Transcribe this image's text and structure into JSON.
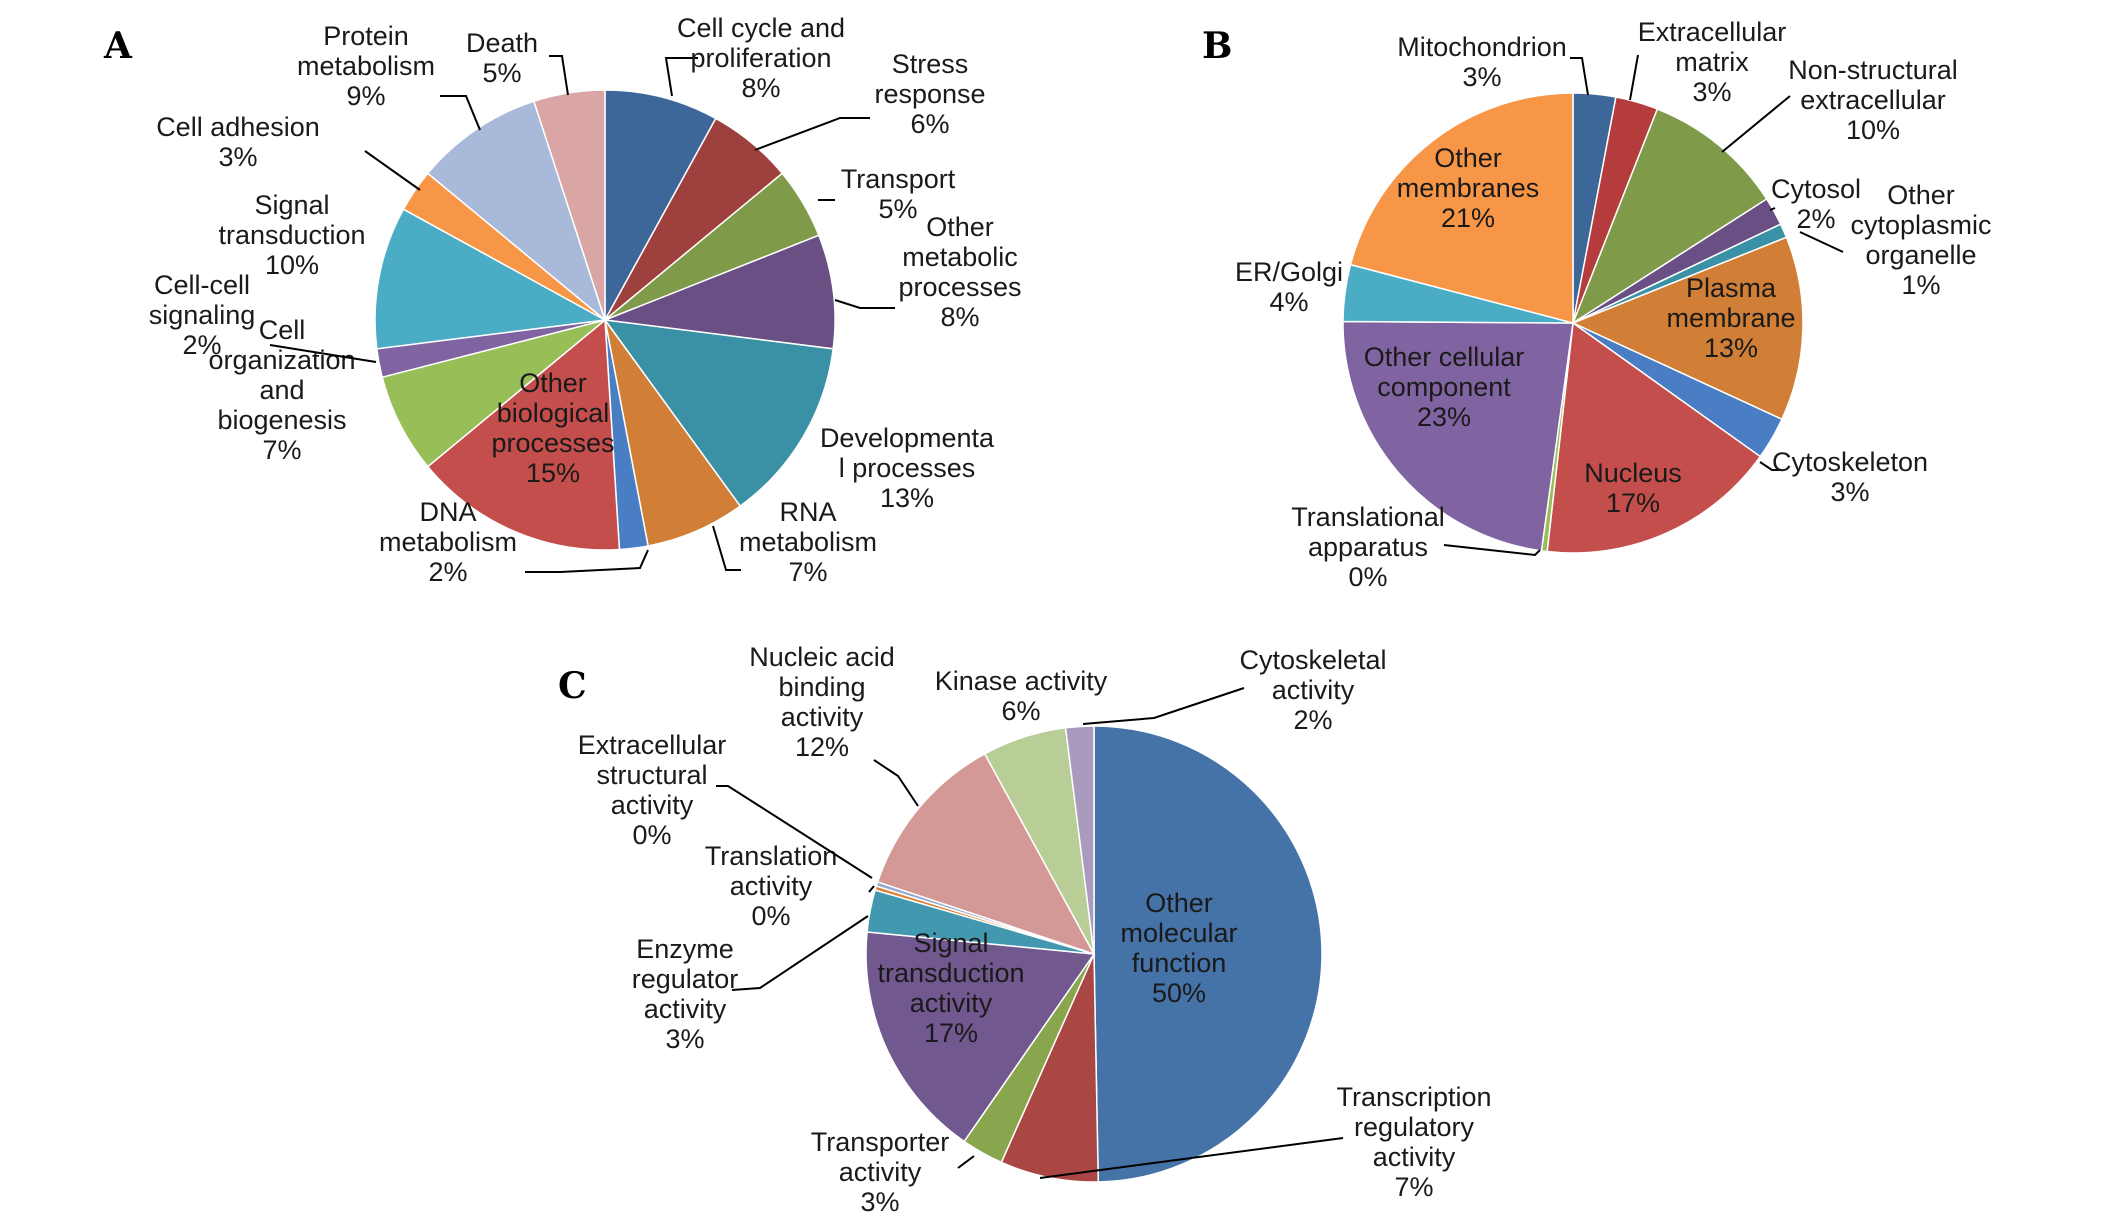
{
  "figure": {
    "panels": [
      "A",
      "B",
      "C"
    ]
  },
  "chart_data": [
    {
      "type": "pie",
      "panel": "A",
      "start_angle_deg": 0,
      "direction": "clockwise",
      "slices": [
        {
          "label": "Cell cycle and proliferation",
          "lines": [
            "Cell cycle and",
            "proliferation",
            "8%"
          ],
          "value": 8,
          "color": "#3E6799"
        },
        {
          "label": "Stress response",
          "lines": [
            "Stress",
            "response",
            "6%"
          ],
          "value": 6,
          "color": "#9E403D"
        },
        {
          "label": "Transport",
          "lines": [
            "Transport",
            "5%"
          ],
          "value": 5,
          "color": "#7F9A48"
        },
        {
          "label": "Other metabolic processes",
          "lines": [
            "Other",
            "metabolic",
            "processes",
            "8%"
          ],
          "value": 8,
          "color": "#6A4F85"
        },
        {
          "label": "Developmental processes",
          "lines": [
            "Developmenta",
            "l processes",
            "13%"
          ],
          "value": 13,
          "color": "#3A91A6"
        },
        {
          "label": "RNA metabolism",
          "lines": [
            "RNA",
            "metabolism",
            "7%"
          ],
          "value": 7,
          "color": "#D17F36"
        },
        {
          "label": "DNA metabolism",
          "lines": [
            "DNA",
            "metabolism",
            "2%"
          ],
          "value": 2,
          "color": "#4A7EC4"
        },
        {
          "label": "Other biological processes",
          "lines": [
            "Other",
            "biological",
            "processes",
            "15%"
          ],
          "value": 15,
          "color": "#C44E4B"
        },
        {
          "label": "Cell organization and biogenesis",
          "lines": [
            "Cell",
            "organization",
            "and",
            "biogenesis",
            "7%"
          ],
          "value": 7,
          "color": "#98BE58"
        },
        {
          "label": "Cell-cell signaling",
          "lines": [
            "Cell-cell",
            "signaling",
            "2%"
          ],
          "value": 2,
          "color": "#8064A2"
        },
        {
          "label": "Signal transduction",
          "lines": [
            "Signal",
            "transduction",
            "10%"
          ],
          "value": 10,
          "color": "#4BACC6"
        },
        {
          "label": "Cell adhesion",
          "lines": [
            "Cell adhesion",
            "3%"
          ],
          "value": 3,
          "color": "#F79646"
        },
        {
          "label": "Protein metabolism",
          "lines": [
            "Protein",
            "metabolism",
            "9%"
          ],
          "value": 9,
          "color": "#A9B9D9"
        },
        {
          "label": "Death",
          "lines": [
            "Death",
            "5%"
          ],
          "value": 5,
          "color": "#D9A5A5"
        }
      ]
    },
    {
      "type": "pie",
      "panel": "B",
      "start_angle_deg": 0,
      "direction": "clockwise",
      "slices": [
        {
          "label": "Mitochondrion",
          "lines": [
            "Mitochondrion",
            "3%"
          ],
          "value": 3,
          "color": "#3E6799"
        },
        {
          "label": "Extracellular matrix",
          "lines": [
            "Extracellular",
            "matrix",
            "3%"
          ],
          "value": 3,
          "color": "#B43C3C"
        },
        {
          "label": "Non-structural extracellular",
          "lines": [
            "Non-structural",
            "extracellular",
            "10%"
          ],
          "value": 10,
          "color": "#7F9A48"
        },
        {
          "label": "Cytosol",
          "lines": [
            "Cytosol",
            "2%"
          ],
          "value": 2,
          "color": "#6A4F85"
        },
        {
          "label": "Other cytoplasmic organelle",
          "lines": [
            "Other",
            "cytoplasmic",
            "organelle",
            "1%"
          ],
          "value": 1,
          "color": "#3A91A6"
        },
        {
          "label": "Plasma membrane",
          "lines": [
            "Plasma",
            "membrane",
            "13%"
          ],
          "value": 13,
          "color": "#D17F36"
        },
        {
          "label": "Cytoskeleton",
          "lines": [
            "Cytoskeleton",
            "3%"
          ],
          "value": 3,
          "color": "#4A7EC4"
        },
        {
          "label": "Nucleus",
          "lines": [
            "Nucleus",
            "17%"
          ],
          "value": 17,
          "color": "#C44E4B"
        },
        {
          "label": "Translational apparatus",
          "lines": [
            "Translational",
            "apparatus",
            "0%"
          ],
          "value": 0.4,
          "color": "#98BE58"
        },
        {
          "label": "Other cellular component",
          "lines": [
            "Other cellular",
            "component",
            "23%"
          ],
          "value": 23,
          "color": "#8064A2"
        },
        {
          "label": "ER/Golgi",
          "lines": [
            "ER/Golgi",
            "4%"
          ],
          "value": 4,
          "color": "#4BACC6"
        },
        {
          "label": "Other membranes",
          "lines": [
            "Other",
            "membranes",
            "21%"
          ],
          "value": 21,
          "color": "#F79646"
        }
      ]
    },
    {
      "type": "pie",
      "panel": "C",
      "start_angle_deg": 0,
      "direction": "clockwise",
      "slices": [
        {
          "label": "Other molecular function",
          "lines": [
            "Other",
            "molecular",
            "function",
            "50%"
          ],
          "value": 50,
          "color": "#4572A7"
        },
        {
          "label": "Transcription regulatory activity",
          "lines": [
            "Transcription",
            "regulatory",
            "activity",
            "7%"
          ],
          "value": 7,
          "color": "#AA4643"
        },
        {
          "label": "Transporter activity",
          "lines": [
            "Transporter",
            "activity",
            "3%"
          ],
          "value": 3,
          "color": "#89A54E"
        },
        {
          "label": "Signal transduction activity",
          "lines": [
            "Signal",
            "transduction",
            "activity",
            "17%"
          ],
          "value": 17,
          "color": "#71588F"
        },
        {
          "label": "Enzyme regulator activity",
          "lines": [
            "Enzyme",
            "regulator",
            "activity",
            "3%"
          ],
          "value": 3,
          "color": "#4198AF"
        },
        {
          "label": "Translation activity",
          "lines": [
            "Translation",
            "activity",
            "0%"
          ],
          "value": 0.3,
          "color": "#DB843D"
        },
        {
          "label": "Extracellular structural activity",
          "lines": [
            "Extracellular",
            "structural",
            "activity",
            "0%"
          ],
          "value": 0.3,
          "color": "#93A9CF"
        },
        {
          "label": "Nucleic acid binding activity",
          "lines": [
            "Nucleic acid",
            "binding",
            "activity",
            "12%"
          ],
          "value": 12,
          "color": "#D49896"
        },
        {
          "label": "Kinase activity",
          "lines": [
            "Kinase activity",
            "6%"
          ],
          "value": 6,
          "color": "#B9CD96"
        },
        {
          "label": "Cytoskeletal activity",
          "lines": [
            "Cytoskeletal",
            "activity",
            "2%"
          ],
          "value": 2,
          "color": "#A99BBD"
        }
      ]
    }
  ]
}
